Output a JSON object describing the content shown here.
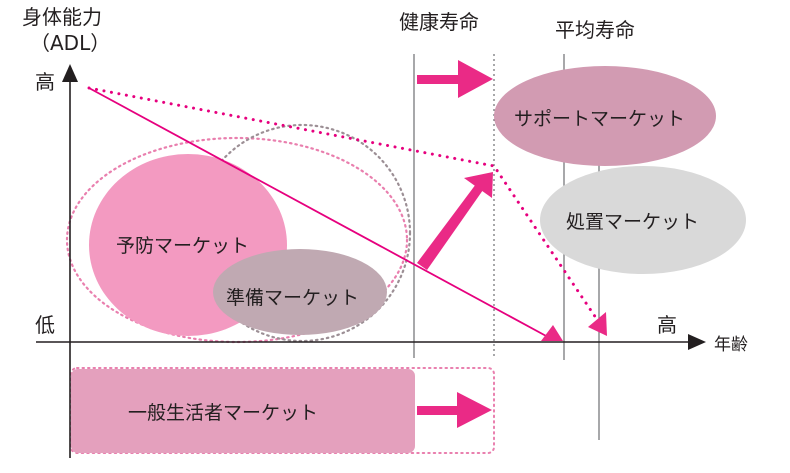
{
  "diagram": {
    "y_axis": {
      "title_line1": "身体能力",
      "title_line2": "（ADL）",
      "high": "高",
      "low": "低"
    },
    "x_axis": {
      "title": "年齢",
      "high": "高"
    },
    "milestones": {
      "healthy_life": "健康寿命",
      "average_life": "平均寿命"
    },
    "markets": {
      "prevention": "予防マーケット",
      "preparation": "準備マーケット",
      "support": "サポートマーケット",
      "treatment": "処置マーケット",
      "general": "一般生活者マーケット"
    },
    "colors": {
      "accent_magenta": "#e6007e",
      "arrow_pink": "#ea2a86",
      "prevention_fill": "#f39ac1",
      "preparation_fill": "#c0a9b2",
      "support_fill": "#d29bb2",
      "treatment_fill": "#d9d9d9",
      "general_fill": "#e4a0bd",
      "dotted_outline": "#e97fae",
      "dotted_gray": "#9c8f95",
      "axis": "#231f20",
      "guide_line": "#6d6e71"
    }
  }
}
